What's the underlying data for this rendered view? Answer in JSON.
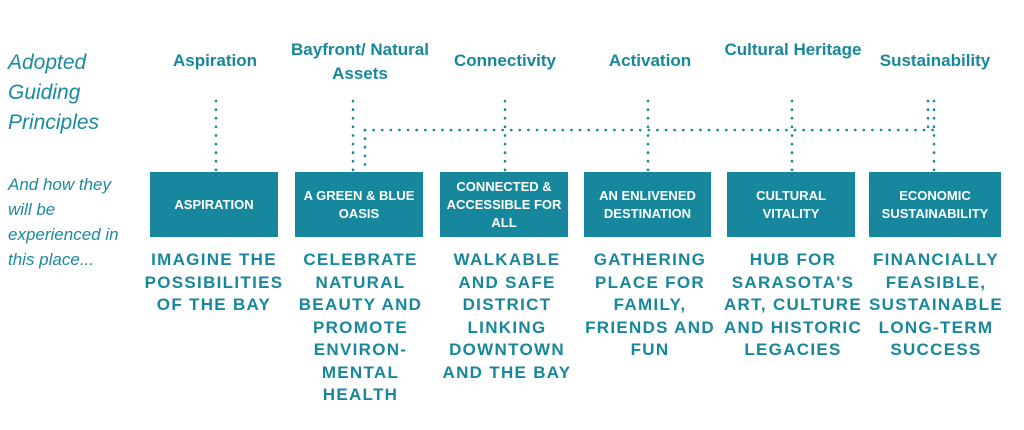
{
  "left": {
    "heading": "Adopted Guiding Principles",
    "subheading": "And how they will be experienced in this place..."
  },
  "colors": {
    "teal": "#16879c",
    "white": "#ffffff"
  },
  "columns": [
    {
      "principle": "Aspiration",
      "box": "ASPIRATION",
      "description": "IMAGINE THE POSSIBILITIES OF THE BAY"
    },
    {
      "principle": "Bayfront/ Natural Assets",
      "box": "A GREEN & BLUE OASIS",
      "description": "CELEBRATE NATURAL BEAUTY AND PROMOTE ENVIRON-MENTAL HEALTH"
    },
    {
      "principle": "Connectivity",
      "box": "CONNECTED & ACCESSIBLE FOR ALL",
      "description": "WALKABLE AND SAFE DISTRICT LINKING DOWNTOWN AND THE BAY"
    },
    {
      "principle": "Activation",
      "box": "AN ENLIVENED DESTINATION",
      "description": "GATHERING PLACE FOR FAMILY, FRIENDS AND FUN"
    },
    {
      "principle": "Cultural Heritage",
      "box": "CULTURAL VITALITY",
      "description": "HUB FOR SARASOTA'S ART, CULTURE AND HISTORIC LEGACIES"
    },
    {
      "principle": "Sustainability",
      "box": "ECONOMIC SUSTAINABILITY",
      "description": "FINANCIALLY FEASIBLE, SUSTAINABLE LONG-TERM SUCCESS"
    }
  ]
}
